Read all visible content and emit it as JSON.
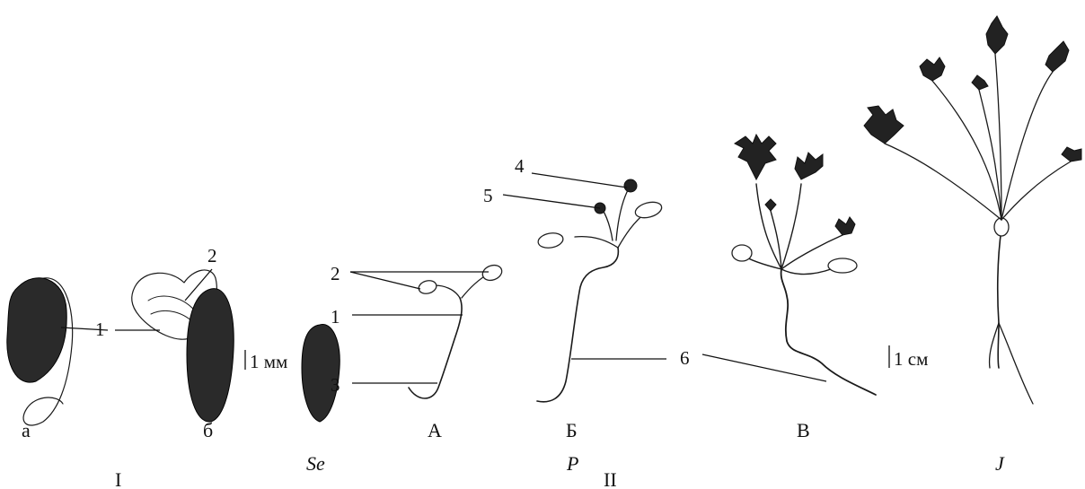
{
  "callouts": [
    "1",
    "2",
    "3",
    "4",
    "5",
    "6"
  ],
  "sublabels": {
    "a": "а",
    "b": "б"
  },
  "stages": {
    "A": "А",
    "B": "Б",
    "V": "В"
  },
  "periods": {
    "se": "Se",
    "p": "P",
    "j": "J"
  },
  "groups": {
    "one": "I",
    "two": "II"
  },
  "scales": {
    "mm": "1 мм",
    "cm": "1 см"
  }
}
